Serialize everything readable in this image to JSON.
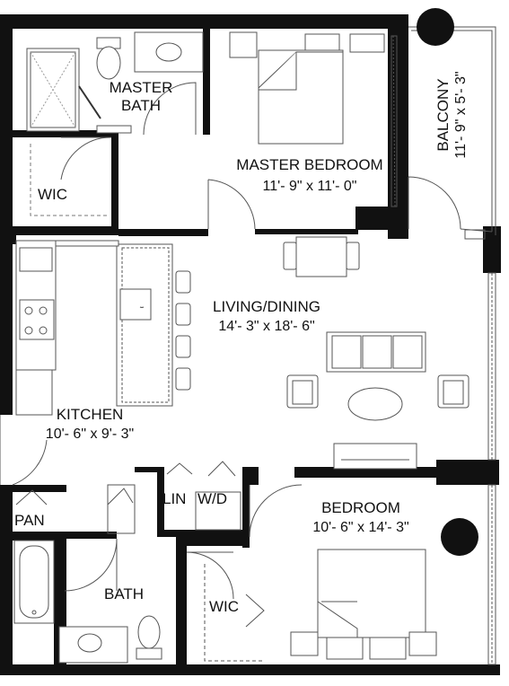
{
  "rooms": {
    "master_bath": {
      "line1": "MASTER",
      "line2": "BATH"
    },
    "master_bedroom": {
      "name": "MASTER BEDROOM",
      "dims": "11'- 9\" x 11'- 0\""
    },
    "balcony": {
      "name": "BALCONY",
      "dims": "11'- 9\" x 5'- 3\""
    },
    "wic_master": {
      "name": "WIC"
    },
    "living_dining": {
      "name": "LIVING/DINING",
      "dims": "14'- 3\" x 18'- 6\""
    },
    "kitchen": {
      "name": "KITCHEN",
      "dims": "10'- 6\" x 9'- 3\""
    },
    "pantry": {
      "name": "PAN"
    },
    "linen": {
      "name": "LIN"
    },
    "laundry": {
      "name": "W/D"
    },
    "bedroom": {
      "name": "BEDROOM",
      "dims": "10'- 6\" x 14'- 3\""
    },
    "bath": {
      "name": "BATH"
    },
    "wic_bedroom": {
      "name": "WIC"
    }
  },
  "colors": {
    "wall": "#111111",
    "line": "#555555",
    "fixture_fill": "#ffffff"
  }
}
